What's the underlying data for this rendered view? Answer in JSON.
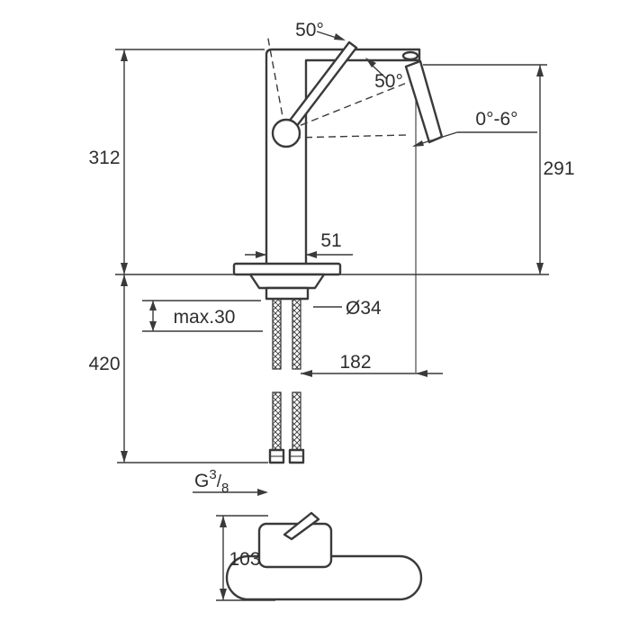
{
  "drawing": {
    "title": "faucet technical dimension drawing",
    "subject": "single-lever tall basin mixer with hoses, front view and side view",
    "line_color": "#3a3a3a",
    "background_color": "#ffffff"
  },
  "dimensions": {
    "handle_angle_top": "50°",
    "handle_angle_side": "50°",
    "spout_tilt_range": "0°-6°",
    "height_total": "312",
    "spout_height": "291",
    "body_width": "51",
    "shank_diameter": "Ø34",
    "max_deck_thickness": "max.30",
    "install_depth": "420",
    "spout_reach": "182",
    "base_height": "103",
    "thread": {
      "letter": "G",
      "numerator": "3",
      "slash": "/",
      "denominator": "8"
    }
  }
}
